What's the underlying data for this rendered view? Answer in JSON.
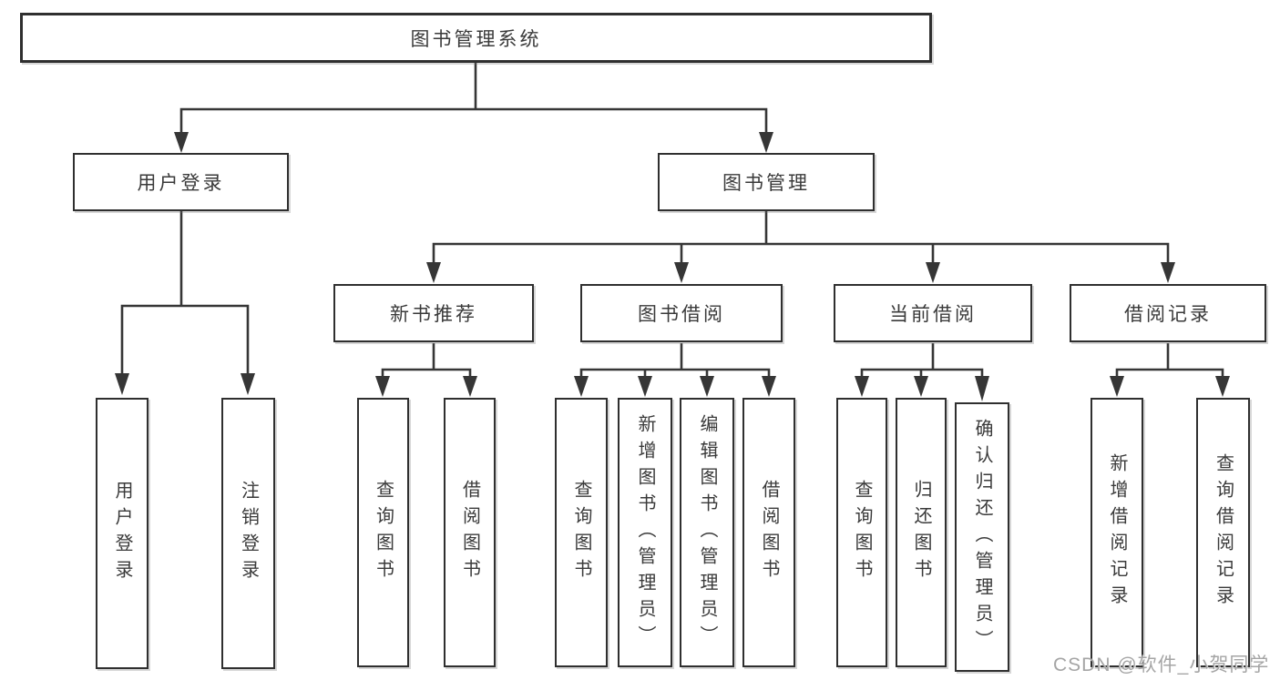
{
  "diagram": {
    "root": {
      "label": "图书管理系统"
    },
    "branches": [
      {
        "label": "用户登录",
        "leaves": [
          {
            "label": "用户登录"
          },
          {
            "label": "注销登录"
          }
        ]
      },
      {
        "label": "图书管理",
        "groups": [
          {
            "label": "新书推荐",
            "leaves": [
              {
                "label": "查询图书"
              },
              {
                "label": "借阅图书"
              }
            ]
          },
          {
            "label": "图书借阅",
            "leaves": [
              {
                "label": "查询图书"
              },
              {
                "label": "新增图书（管理员）"
              },
              {
                "label": "编辑图书（管理员）"
              },
              {
                "label": "借阅图书"
              }
            ]
          },
          {
            "label": "当前借阅",
            "leaves": [
              {
                "label": "查询图书"
              },
              {
                "label": "归还图书"
              },
              {
                "label": "确认归还（管理员）"
              }
            ]
          },
          {
            "label": "借阅记录",
            "leaves": [
              {
                "label": "新增借阅记录"
              },
              {
                "label": "查询借阅记录"
              }
            ]
          }
        ]
      }
    ]
  },
  "watermark": {
    "text": "CSDN @软件_小贺同学"
  },
  "colors": {
    "line": "#363636",
    "box_border": "#2f2f2f",
    "text": "#3a3a3a",
    "watermark": "#a5a5a5",
    "background": "#ffffff"
  }
}
